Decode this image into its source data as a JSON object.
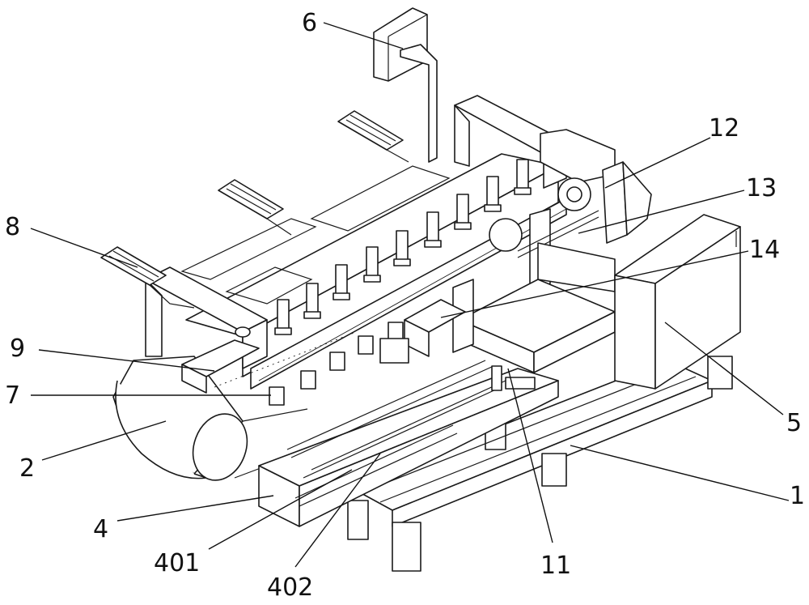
{
  "labels": {
    "l6": "6",
    "l12": "12",
    "l13": "13",
    "l14": "14",
    "l8": "8",
    "l9": "9",
    "l7": "7",
    "l2": "2",
    "l5": "5",
    "l1": "1",
    "l4": "4",
    "l401": "401",
    "l402": "402",
    "l11": "11"
  }
}
